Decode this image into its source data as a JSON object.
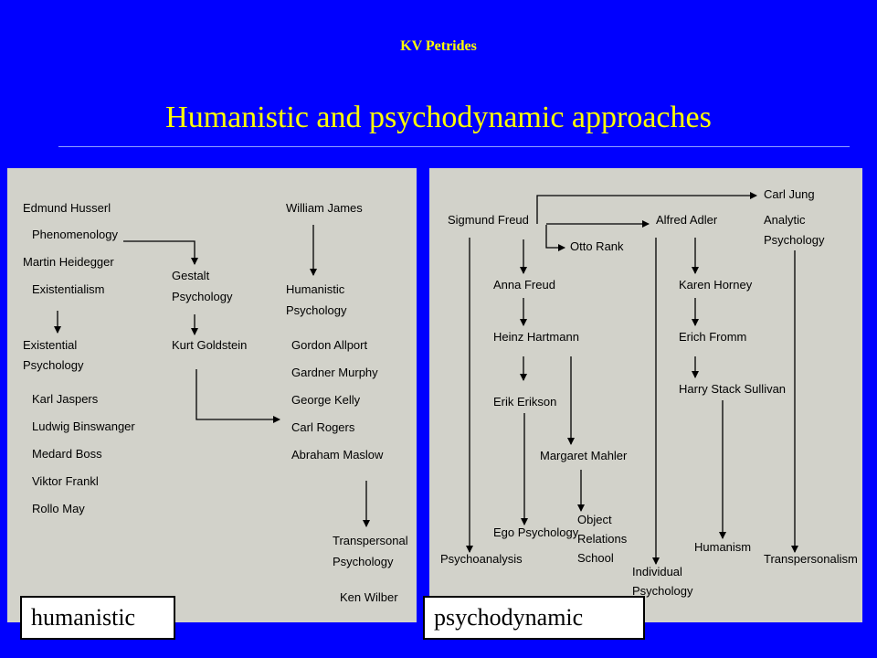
{
  "header": {
    "author": "KV Petrides",
    "title": "Humanistic and psychodynamic approaches"
  },
  "humanistic": {
    "label": "humanistic",
    "nodes": {
      "husserl": "Edmund Husserl",
      "phenomenology": "Phenomenology",
      "heidegger": "Martin Heidegger",
      "existentialism": "Existentialism",
      "existential_psych_1": "Existential",
      "existential_psych_2": "Psychology",
      "jaspers": "Karl Jaspers",
      "binswanger": "Ludwig Binswanger",
      "boss": "Medard Boss",
      "frankl": "Viktor Frankl",
      "may": "Rollo May",
      "gestalt_1": "Gestalt",
      "gestalt_2": "Psychology",
      "goldstein": "Kurt Goldstein",
      "james": "William James",
      "humanistic_psych_1": "Humanistic",
      "humanistic_psych_2": "Psychology",
      "allport": "Gordon Allport",
      "murphy": "Gardner Murphy",
      "kelly": "George Kelly",
      "rogers": "Carl Rogers",
      "maslow": "Abraham Maslow",
      "transpersonal_1": "Transpersonal",
      "transpersonal_2": "Psychology",
      "wilber": "Ken Wilber"
    }
  },
  "psychodynamic": {
    "label": "psychodynamic",
    "nodes": {
      "freud": "Sigmund Freud",
      "rank": "Otto Rank",
      "jung": "Carl Jung",
      "analytic_1": "Analytic",
      "analytic_2": "Psychology",
      "adler": "Alfred Adler",
      "anna_freud": "Anna Freud",
      "hartmann": "Heinz Hartmann",
      "erikson": "Erik Erikson",
      "mahler": "Margaret Mahler",
      "ego_psych": "Ego Psychology",
      "object_1": "Object",
      "object_2": "Relations",
      "object_3": "School",
      "psychoanalysis": "Psychoanalysis",
      "individual_1": "Individual",
      "individual_2": "Psychology",
      "horney": "Karen Horney",
      "fromm": "Erich Fromm",
      "sullivan": "Harry Stack Sullivan",
      "humanism": "Humanism",
      "transpersonalism": "Transpersonalism"
    }
  }
}
